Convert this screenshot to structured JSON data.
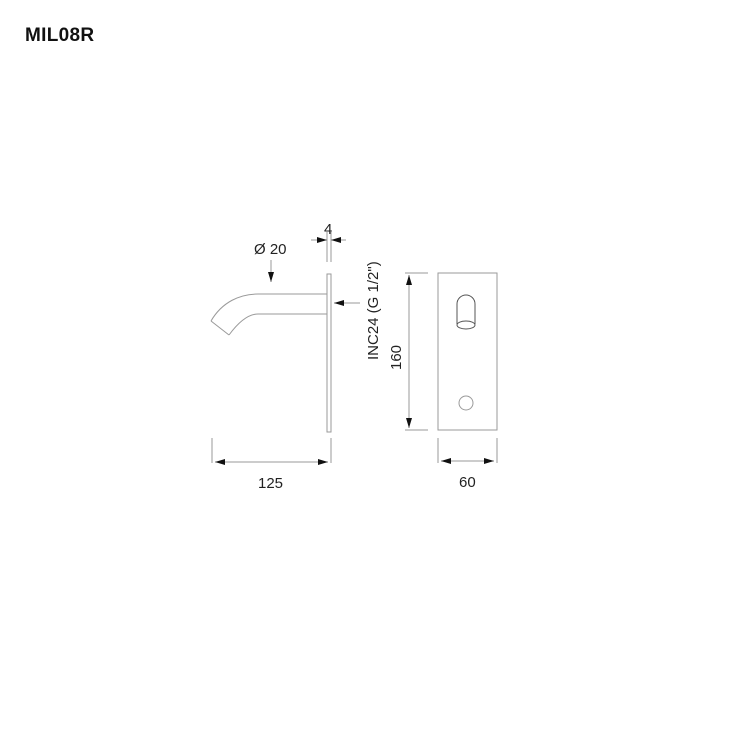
{
  "title": "MIL08R",
  "drawing": {
    "labels": {
      "diameter": "Ø 20",
      "plate_thickness": "4",
      "connection": "INC24 (G 1/2\")",
      "height": "160",
      "spout_length": "125",
      "plate_width": "60"
    },
    "colors": {
      "line": "#9a9a9a",
      "arrow": "#111111",
      "text": "#222222"
    }
  }
}
